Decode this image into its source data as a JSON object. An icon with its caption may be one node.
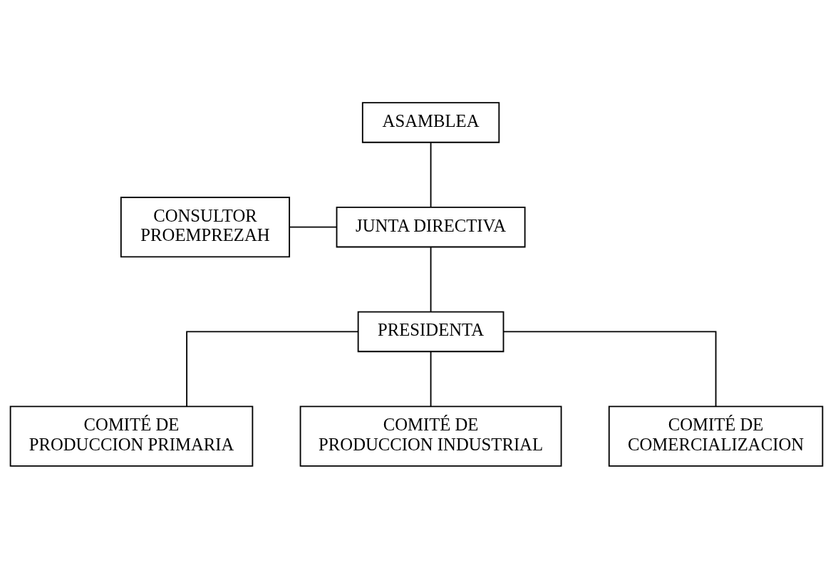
{
  "diagram": {
    "nodes": [
      {
        "text": [
          "ASAMBLEA"
        ]
      },
      {
        "text": [
          "CONSULTOR PROEMPREZAH"
        ]
      },
      {
        "text": [
          "JUNTA DIRECTIVA"
        ]
      },
      {
        "text": [
          "PRESIDENTA"
        ]
      },
      {
        "text": [
          "COMITÉ DE PRODUCCION PRIMARIA"
        ]
      },
      {
        "text": [
          "COMITÉ DE PRODUCCION INDUSTRIAL"
        ]
      },
      {
        "text": [
          "COMITÉ DE COMERCIALIZACION"
        ]
      }
    ],
    "edges": [
      {
        "from": 0,
        "to": 2,
        "arrow": "none"
      },
      {
        "from": 1,
        "to": 2,
        "arrow": "none"
      },
      {
        "from": 2,
        "to": 3,
        "arrow": "none"
      },
      {
        "from": 3,
        "to": 4,
        "arrow": "none"
      },
      {
        "from": 3,
        "to": 5,
        "arrow": "none"
      },
      {
        "from": 3,
        "to": 6,
        "arrow": "none"
      }
    ]
  }
}
